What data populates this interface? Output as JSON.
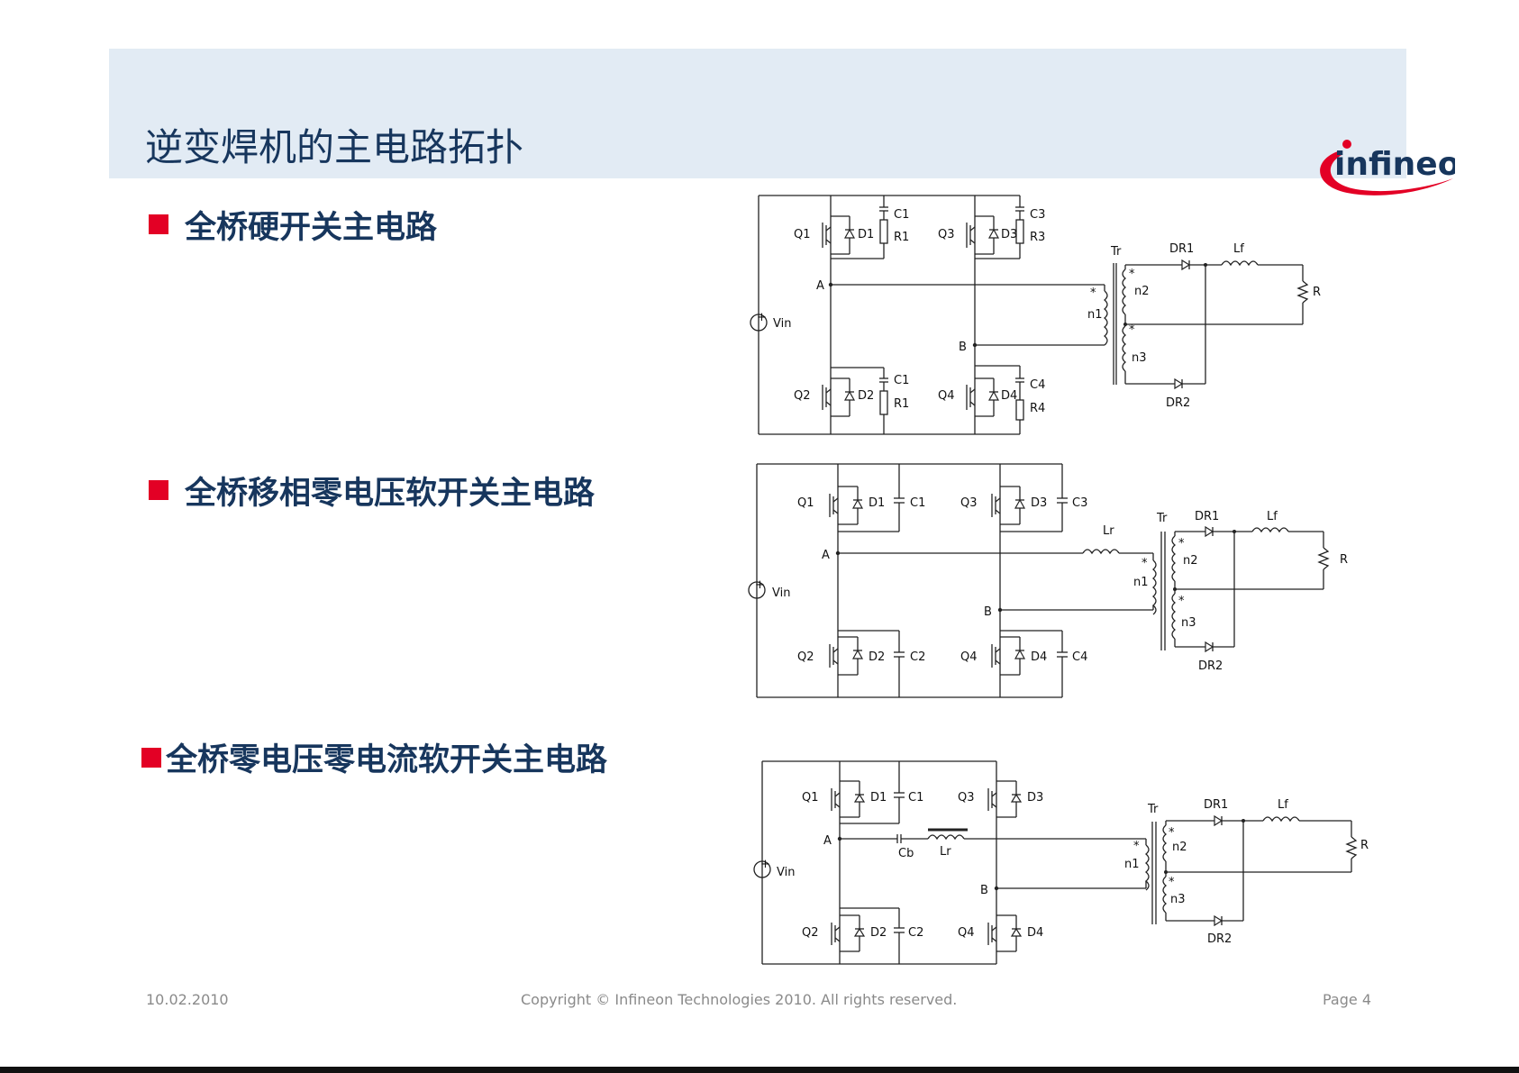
{
  "slide": {
    "title": "逆变焊机的主电路拓扑",
    "logo_text": "infineon",
    "brand_color": "#e30025",
    "header_bg": "#e2ebf4",
    "text_color": "#17365d"
  },
  "bullets": [
    {
      "marker": "■",
      "text": "全桥硬开关主电路"
    },
    {
      "marker": "■",
      "text": "全桥移相零电压软开关主电路"
    },
    {
      "marker": "■",
      "text": "全桥零电压零电流软开关主电路"
    }
  ],
  "diagrams": [
    {
      "source": "Vin",
      "switches": [
        "Q1",
        "Q2",
        "Q3",
        "Q4"
      ],
      "diodes": [
        "D1",
        "D2",
        "D3",
        "D4"
      ],
      "caps": [
        "C1",
        "C1",
        "C3",
        "C4"
      ],
      "resistors": [
        "R1",
        "R1",
        "R3",
        "R4"
      ],
      "nodes": [
        "A",
        "B"
      ],
      "transformer": "Tr",
      "windings": [
        "n1",
        "n2",
        "n3"
      ],
      "polarity": "*",
      "rectifiers": [
        "DR1",
        "DR2"
      ],
      "filter": "Lf",
      "load": "R"
    },
    {
      "source": "Vin",
      "switches": [
        "Q1",
        "Q2",
        "Q3",
        "Q4"
      ],
      "diodes": [
        "D1",
        "D2",
        "D3",
        "D4"
      ],
      "caps": [
        "C1",
        "C2",
        "C3",
        "C4"
      ],
      "nodes": [
        "A",
        "B"
      ],
      "resonant": "Lr",
      "transformer": "Tr",
      "windings": [
        "n1",
        "n2",
        "n3"
      ],
      "polarity": "*",
      "rectifiers": [
        "DR1",
        "DR2"
      ],
      "filter": "Lf",
      "load": "R"
    },
    {
      "source": "Vin",
      "switches": [
        "Q1",
        "Q2",
        "Q3",
        "Q4"
      ],
      "diodes": [
        "D1",
        "D2",
        "D3",
        "D4"
      ],
      "caps": [
        "C1",
        "C2"
      ],
      "nodes": [
        "A",
        "B"
      ],
      "blocking_cap": "Cb",
      "resonant": "Lr",
      "transformer": "Tr",
      "windings": [
        "n1",
        "n2",
        "n3"
      ],
      "polarity": "*",
      "rectifiers": [
        "DR1",
        "DR2"
      ],
      "filter": "Lf",
      "load": "R"
    }
  ],
  "footer": {
    "date": "10.02.2010",
    "copyright": "Copyright © Infineon Technologies 2010. All rights reserved.",
    "page": "Page 4"
  }
}
